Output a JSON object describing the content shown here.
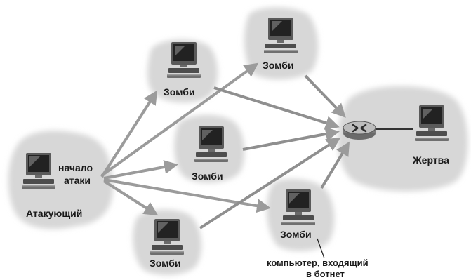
{
  "attacker": {
    "label": "Атакующий",
    "note_line1": "начало",
    "note_line2": "атаки"
  },
  "zombies": [
    {
      "label": "Зомби"
    },
    {
      "label": "Зомби"
    },
    {
      "label": "Зомби"
    },
    {
      "label": "Зомби"
    },
    {
      "label": "Зомби"
    }
  ],
  "victim": {
    "label": "Жертва"
  },
  "botnet_note": {
    "line1": "компьютер, входящий",
    "line2": "в ботнет"
  },
  "colors": {
    "cloud": "#d7d7d7",
    "arrow": "#9b9b9b",
    "text": "#1a1a1a"
  },
  "icons": {
    "computer": "desktop-computer-icon",
    "router": "router-icon"
  }
}
